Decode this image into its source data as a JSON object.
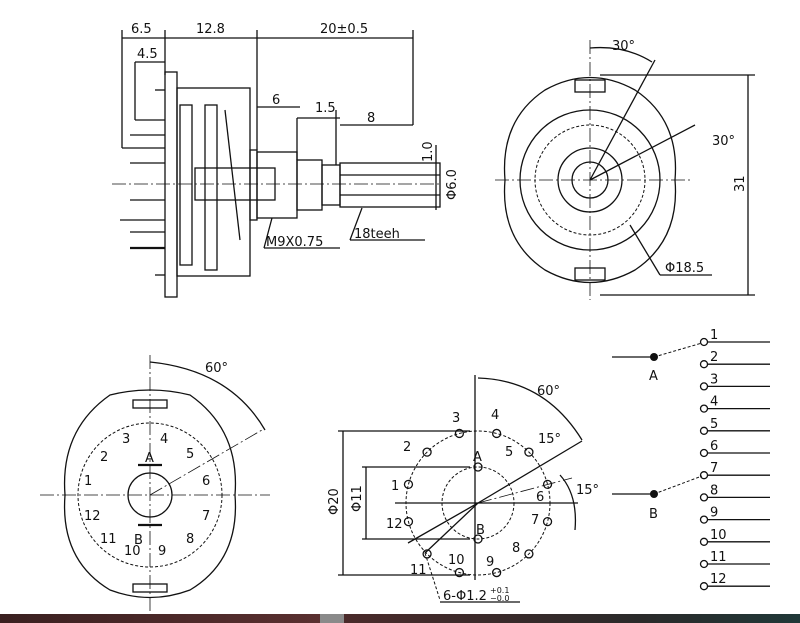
{
  "side_view": {
    "dims": [
      "6.5",
      "12.8",
      "20±0.5",
      "4.5",
      "6",
      "1.5",
      "8",
      "1.0",
      "Φ6.0"
    ],
    "thread_label": "M9X0.75",
    "teeth_label": "18teeh"
  },
  "front_view": {
    "angle_top": "30°",
    "angle_right": "30°",
    "height_dim": "31",
    "diameter": "Φ18.5"
  },
  "rear_view": {
    "angle": "60°",
    "pins": [
      "1",
      "2",
      "3",
      "4",
      "5",
      "6",
      "7",
      "8",
      "9",
      "10",
      "11",
      "12"
    ],
    "rotor_a": "A",
    "rotor_b": "B"
  },
  "hole_pattern": {
    "angle_main": "60°",
    "angle_a": "15°",
    "angle_b": "15°",
    "outer_dia": "Φ20",
    "inner_dia": "Φ11",
    "holes": [
      "1",
      "2",
      "3",
      "4",
      "5",
      "6",
      "7",
      "8",
      "9",
      "10",
      "11",
      "12"
    ],
    "pole_a": "A",
    "pole_b": "B",
    "hole_note": "6-Φ1.2",
    "tol_upper": "+0.1",
    "tol_lower": "−0.0"
  },
  "schematic": {
    "pole_a": "A",
    "pole_b": "B",
    "contacts": [
      "1",
      "2",
      "3",
      "4",
      "5",
      "6",
      "7",
      "8",
      "9",
      "10",
      "11",
      "12"
    ]
  },
  "colors": {
    "line": "#111111",
    "background": "#ffffff"
  }
}
